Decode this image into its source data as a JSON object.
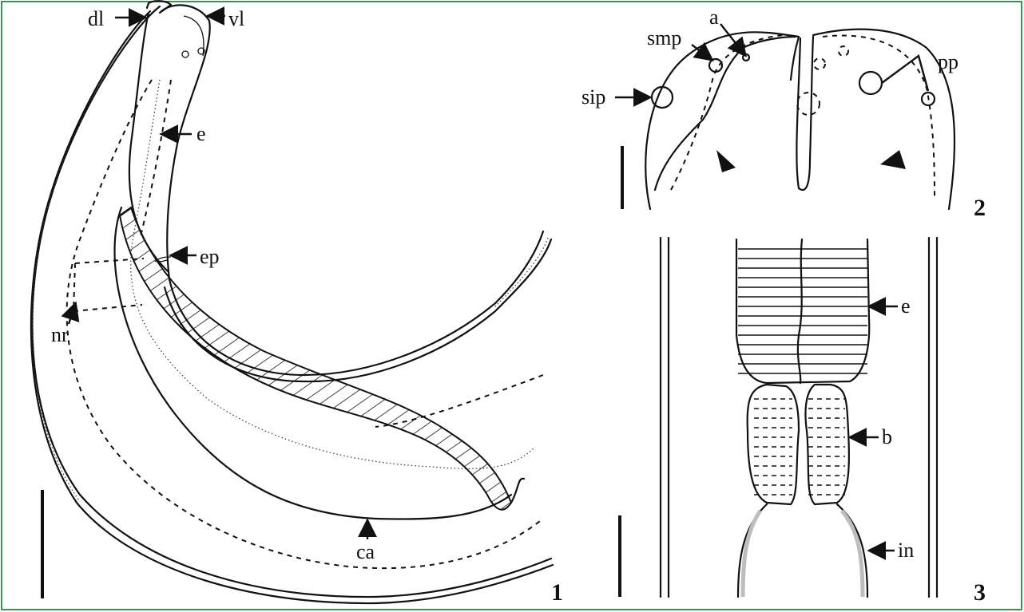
{
  "labels": {
    "dl": "dl",
    "vl": "vl",
    "e1": "e",
    "ep": "ep",
    "nr": "nr",
    "ca": "ca",
    "a": "a",
    "smp": "smp",
    "sip": "sip",
    "pp": "pp",
    "e3": "e",
    "b": "b",
    "in": "in"
  },
  "panels": {
    "p1": "1",
    "p2": "2",
    "p3": "3"
  },
  "colors": {
    "frame": "#1f9e5a",
    "ink": "#111111"
  }
}
